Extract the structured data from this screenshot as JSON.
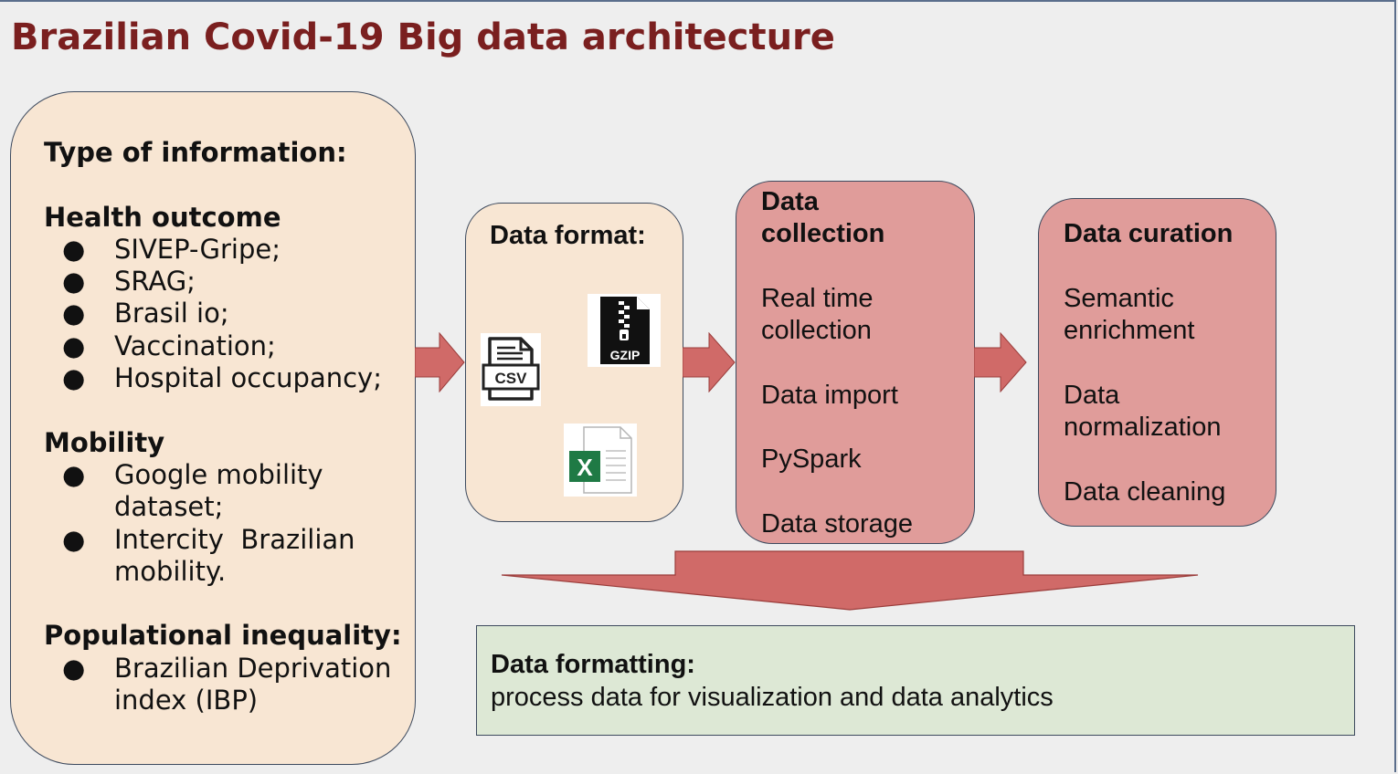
{
  "title": "Brazilian Covid-19 Big data architecture",
  "info_box": {
    "heading": "Type of information:",
    "sections": [
      {
        "heading": "Health outcome",
        "items": [
          "SIVEP-Gripe;",
          "SRAG;",
          "Brasil io;",
          "Vaccination;",
          "Hospital occupancy;"
        ]
      },
      {
        "heading": "Mobility",
        "items": [
          "Google mobility dataset;",
          "Intercity  Brazilian mobility."
        ]
      },
      {
        "heading": "Populational inequality:",
        "items": [
          "Brazilian Deprivation index (IBP)"
        ]
      }
    ],
    "bullet": "●"
  },
  "format_box": {
    "heading": "Data format:",
    "icons": [
      {
        "name": "csv-file-icon",
        "label": "CSV"
      },
      {
        "name": "gzip-file-icon",
        "label": "GZIP"
      },
      {
        "name": "excel-file-icon",
        "label": "X"
      }
    ]
  },
  "collection_box": {
    "heading_line1": "Data",
    "heading_line2": "collection",
    "items": [
      "Real time",
      "collection",
      "Data import",
      "PySpark",
      "Data storage"
    ]
  },
  "curation_box": {
    "heading": "Data curation",
    "items": [
      "Semantic",
      "enrichment",
      "Data",
      "normalization",
      "Data cleaning"
    ]
  },
  "formatting_box": {
    "heading": "Data formatting:",
    "description": "process data for visualization and data analytics"
  },
  "colors": {
    "title": "#7a1f1f",
    "peach_box": "#f8e6d3",
    "rose_box": "#e09c9a",
    "green_box": "#dde8d5",
    "arrow": "#d06a68",
    "excel_green": "#1f7a45"
  }
}
